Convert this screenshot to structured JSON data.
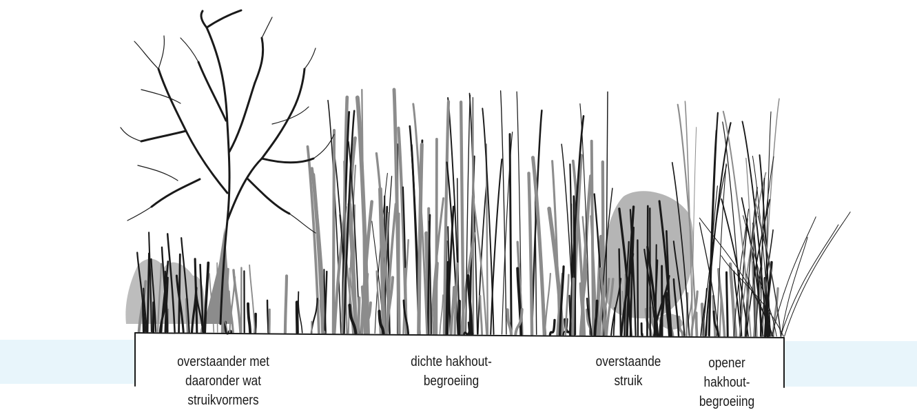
{
  "colors": {
    "water": "#e8f5fb",
    "ink": "#1a1a1a",
    "grey": "#8c8c8c",
    "light_grey": "#bdbdbd"
  },
  "labels": {
    "overstander": [
      "overstaander met",
      "daaronder wat",
      "struikvormers"
    ],
    "dense_coppice": [
      "dichte hakhout-",
      "begroeiing"
    ],
    "overstanding_shrub": [
      "overstaande",
      "struik"
    ],
    "open_coppice": [
      "opener",
      "hakhout-",
      "begroeiing"
    ]
  }
}
